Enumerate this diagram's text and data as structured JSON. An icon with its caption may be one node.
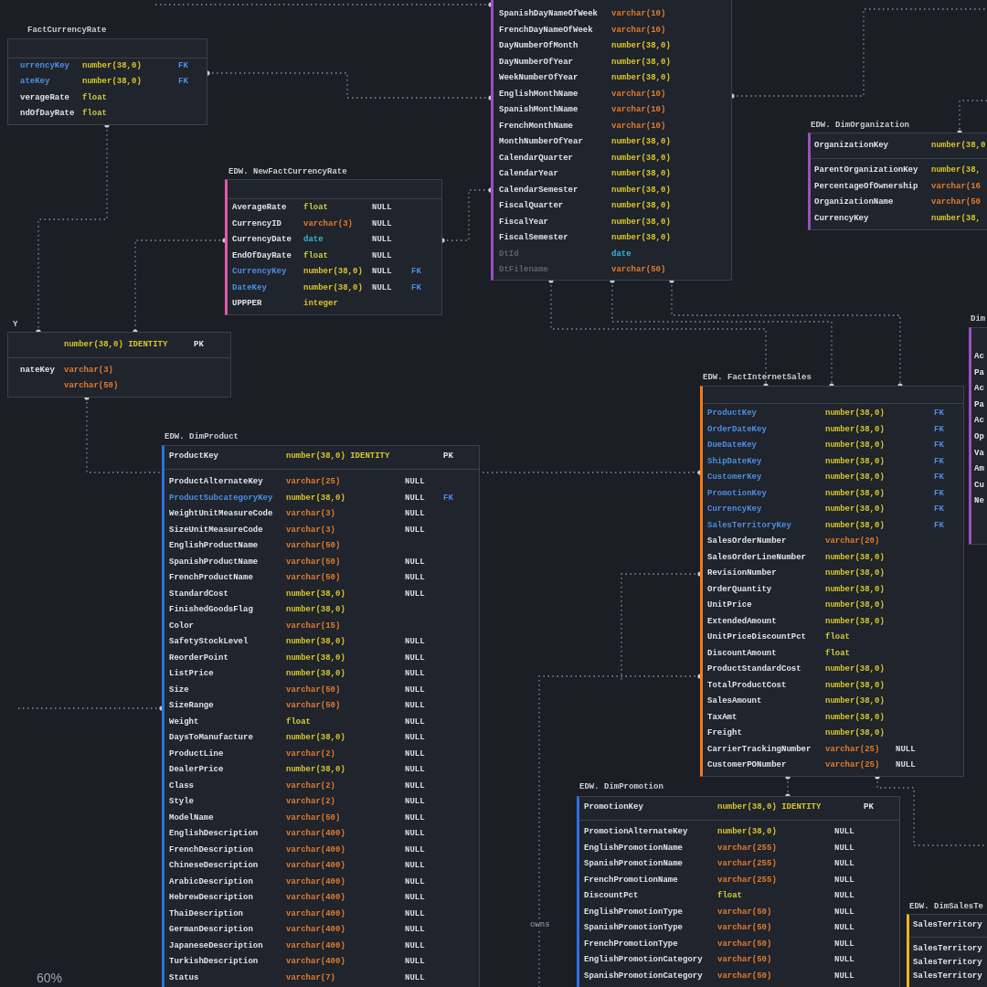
{
  "diagram": {
    "nodes": [
      {
        "text": [
          "FactCurrencyRate"
        ]
      },
      {
        "text": [
          "urrencyKey",
          "number(38,0)",
          "FK"
        ],
        "in": 0
      },
      {
        "text": [
          "ateKey",
          "number(38,0)",
          "FK"
        ],
        "in": 0
      },
      {
        "text": [
          "verageRate",
          "float"
        ],
        "in": 0
      },
      {
        "text": [
          "ndOfDayRate",
          "float"
        ],
        "in": 0
      },
      {
        "text": [],
        "shape": "box"
      },
      {
        "text": [
          "SpanishDayNameOfWeek",
          "varchar(10)"
        ],
        "in": 5
      },
      {
        "text": [
          "FrenchDayNameOfWeek",
          "varchar(10)"
        ],
        "in": 5
      },
      {
        "text": [
          "DayNumberOfMonth",
          "number(38,0)"
        ],
        "in": 5
      },
      {
        "text": [
          "DayNumberOfYear",
          "number(38,0)"
        ],
        "in": 5
      },
      {
        "text": [
          "WeekNumberOfYear",
          "number(38,0)"
        ],
        "in": 5
      },
      {
        "text": [
          "EnglishMonthName",
          "varchar(10)"
        ],
        "in": 5
      },
      {
        "text": [
          "SpanishMonthName",
          "varchar(10)"
        ],
        "in": 5
      },
      {
        "text": [
          "FrenchMonthName",
          "varchar(10)"
        ],
        "in": 5
      },
      {
        "text": [
          "MonthNumberOfYear",
          "number(38,0)"
        ],
        "in": 5
      },
      {
        "text": [
          "CalendarQuarter",
          "number(38,0)"
        ],
        "in": 5
      },
      {
        "text": [
          "CalendarYear",
          "number(38,0)"
        ],
        "in": 5
      },
      {
        "text": [
          "CalendarSemester",
          "number(38,0)"
        ],
        "in": 5
      },
      {
        "text": [
          "FiscalQuarter",
          "number(38,0)"
        ],
        "in": 5
      },
      {
        "text": [
          "FiscalYear",
          "number(38,0)"
        ],
        "in": 5
      },
      {
        "text": [
          "FiscalSemester",
          "number(38,0)"
        ],
        "in": 5
      },
      {
        "text": [
          "DtId",
          "date"
        ],
        "in": 5
      },
      {
        "text": [
          "DtFilename",
          "varchar(50)"
        ],
        "in": 5
      },
      {
        "text": [
          "EDW. DimOrganization"
        ]
      },
      {
        "text": [
          "OrganizationKey",
          "number(38,0"
        ],
        "in": 23
      },
      {
        "text": [
          "ParentOrganizationKey",
          "number(38,"
        ],
        "in": 23
      },
      {
        "text": [
          "PercentageOfOwnership",
          "varchar(16"
        ],
        "in": 23
      },
      {
        "text": [
          "OrganizationName",
          "varchar(50"
        ],
        "in": 23
      },
      {
        "text": [
          "CurrencyKey",
          "number(38,"
        ],
        "in": 23
      },
      {
        "text": [
          "EDW. NewFactCurrencyRate"
        ]
      },
      {
        "text": [
          "AverageRate",
          "float",
          "NULL"
        ],
        "in": 29
      },
      {
        "text": [
          "CurrencyID",
          "varchar(3)",
          "NULL"
        ],
        "in": 29
      },
      {
        "text": [
          "CurrencyDate",
          "date",
          "NULL"
        ],
        "in": 29
      },
      {
        "text": [
          "EndOfDayRate",
          "float",
          "NULL"
        ],
        "in": 29
      },
      {
        "text": [
          "CurrencyKey",
          "number(38,0)",
          "NULL",
          "FK"
        ],
        "in": 29
      },
      {
        "text": [
          "DateKey",
          "number(38,0)",
          "NULL",
          "FK"
        ],
        "in": 29
      },
      {
        "text": [
          "UPPPER",
          "integer"
        ],
        "in": 29
      },
      {
        "text": [
          "Y"
        ]
      },
      {
        "text": [
          "number(38,0) IDENTITY",
          "PK"
        ],
        "in": 37
      },
      {
        "text": [
          "nateKey",
          "varchar(3)"
        ],
        "in": 37
      },
      {
        "text": [
          "varchar(50)"
        ],
        "in": 37
      },
      {
        "text": [
          "Dim"
        ]
      },
      {
        "text": [
          "Ac"
        ],
        "in": 41
      },
      {
        "text": [
          "Pa"
        ],
        "in": 41
      },
      {
        "text": [
          "Ac"
        ],
        "in": 41
      },
      {
        "text": [
          "Pa"
        ],
        "in": 41
      },
      {
        "text": [
          "Ac"
        ],
        "in": 41
      },
      {
        "text": [
          "Op"
        ],
        "in": 41
      },
      {
        "text": [
          "Va"
        ],
        "in": 41
      },
      {
        "text": [
          "Am"
        ],
        "in": 41
      },
      {
        "text": [
          "Cu"
        ],
        "in": 41
      },
      {
        "text": [
          "Ne"
        ],
        "in": 41
      },
      {
        "text": [
          "EDW. FactInternetSales"
        ]
      },
      {
        "text": [
          "ProductKey",
          "number(38,0)",
          "FK"
        ],
        "in": 52
      },
      {
        "text": [
          "OrderDateKey",
          "number(38,0)",
          "FK"
        ],
        "in": 52
      },
      {
        "text": [
          "DueDateKey",
          "number(38,0)",
          "FK"
        ],
        "in": 52
      },
      {
        "text": [
          "ShipDateKey",
          "number(38,0)",
          "FK"
        ],
        "in": 52
      },
      {
        "text": [
          "CustomerKey",
          "number(38,0)",
          "FK"
        ],
        "in": 52
      },
      {
        "text": [
          "PromotionKey",
          "number(38,0)",
          "FK"
        ],
        "in": 52
      },
      {
        "text": [
          "CurrencyKey",
          "number(38,0)",
          "FK"
        ],
        "in": 52
      },
      {
        "text": [
          "SalesTerritoryKey",
          "number(38,0)",
          "FK"
        ],
        "in": 52
      },
      {
        "text": [
          "SalesOrderNumber",
          "varchar(20)"
        ],
        "in": 52
      },
      {
        "text": [
          "SalesOrderLineNumber",
          "number(38,0)"
        ],
        "in": 52
      },
      {
        "text": [
          "RevisionNumber",
          "number(38,0)"
        ],
        "in": 52
      },
      {
        "text": [
          "OrderQuantity",
          "number(38,0)"
        ],
        "in": 52
      },
      {
        "text": [
          "UnitPrice",
          "number(38,0)"
        ],
        "in": 52
      },
      {
        "text": [
          "ExtendedAmount",
          "number(38,0)"
        ],
        "in": 52
      },
      {
        "text": [
          "UnitPriceDiscountPct",
          "float"
        ],
        "in": 52
      },
      {
        "text": [
          "DiscountAmount",
          "float"
        ],
        "in": 52
      },
      {
        "text": [
          "ProductStandardCost",
          "number(38,0)"
        ],
        "in": 52
      },
      {
        "text": [
          "TotalProductCost",
          "number(38,0)"
        ],
        "in": 52
      },
      {
        "text": [
          "SalesAmount",
          "number(38,0)"
        ],
        "in": 52
      },
      {
        "text": [
          "TaxAmt",
          "number(38,0)"
        ],
        "in": 52
      },
      {
        "text": [
          "Freight",
          "number(38,0)"
        ],
        "in": 52
      },
      {
        "text": [
          "CarrierTrackingNumber",
          "varchar(25)",
          "NULL"
        ],
        "in": 52
      },
      {
        "text": [
          "CustomerPONumber",
          "varchar(25)",
          "NULL"
        ],
        "in": 52
      },
      {
        "text": [
          "EDW. DimProduct"
        ]
      },
      {
        "text": [
          "ProductKey",
          "number(38,0) IDENTITY",
          "PK"
        ],
        "in": 76
      },
      {
        "text": [
          "ProductAlternateKey",
          "varchar(25)",
          "NULL"
        ],
        "in": 76
      },
      {
        "text": [
          "ProductSubcategoryKey",
          "number(38,0)",
          "NULL",
          "FK"
        ],
        "in": 76
      },
      {
        "text": [
          "WeightUnitMeasureCode",
          "varchar(3)",
          "NULL"
        ],
        "in": 76
      },
      {
        "text": [
          "SizeUnitMeasureCode",
          "varchar(3)",
          "NULL"
        ],
        "in": 76
      },
      {
        "text": [
          "EnglishProductName",
          "varchar(50)"
        ],
        "in": 76
      },
      {
        "text": [
          "SpanishProductName",
          "varchar(50)",
          "NULL"
        ],
        "in": 76
      },
      {
        "text": [
          "FrenchProductName",
          "varchar(50)",
          "NULL"
        ],
        "in": 76
      },
      {
        "text": [
          "StandardCost",
          "number(38,0)",
          "NULL"
        ],
        "in": 76
      },
      {
        "text": [
          "FinishedGoodsFlag",
          "number(38,0)"
        ],
        "in": 76
      },
      {
        "text": [
          "Color",
          "varchar(15)"
        ],
        "in": 76
      },
      {
        "text": [
          "SafetyStockLevel",
          "number(38,0)",
          "NULL"
        ],
        "in": 76
      },
      {
        "text": [
          "ReorderPoint",
          "number(38,0)",
          "NULL"
        ],
        "in": 76
      },
      {
        "text": [
          "ListPrice",
          "number(38,0)",
          "NULL"
        ],
        "in": 76
      },
      {
        "text": [
          "Size",
          "varchar(50)",
          "NULL"
        ],
        "in": 76
      },
      {
        "text": [
          "SizeRange",
          "varchar(50)",
          "NULL"
        ],
        "in": 76
      },
      {
        "text": [
          "Weight",
          "float",
          "NULL"
        ],
        "in": 76
      },
      {
        "text": [
          "DaysToManufacture",
          "number(38,0)",
          "NULL"
        ],
        "in": 76
      },
      {
        "text": [
          "ProductLine",
          "varchar(2)",
          "NULL"
        ],
        "in": 76
      },
      {
        "text": [
          "DealerPrice",
          "number(38,0)",
          "NULL"
        ],
        "in": 76
      },
      {
        "text": [
          "Class",
          "varchar(2)",
          "NULL"
        ],
        "in": 76
      },
      {
        "text": [
          "Style",
          "varchar(2)",
          "NULL"
        ],
        "in": 76
      },
      {
        "text": [
          "ModelName",
          "varchar(50)",
          "NULL"
        ],
        "in": 76
      },
      {
        "text": [
          "EnglishDescription",
          "varchar(400)",
          "NULL"
        ],
        "in": 76
      },
      {
        "text": [
          "FrenchDescription",
          "varchar(400)",
          "NULL"
        ],
        "in": 76
      },
      {
        "text": [
          "ChineseDescription",
          "varchar(400)",
          "NULL"
        ],
        "in": 76
      },
      {
        "text": [
          "ArabicDescription",
          "varchar(400)",
          "NULL"
        ],
        "in": 76
      },
      {
        "text": [
          "HebrewDescription",
          "varchar(400)",
          "NULL"
        ],
        "in": 76
      },
      {
        "text": [
          "ThaiDescription",
          "varchar(400)",
          "NULL"
        ],
        "in": 76
      },
      {
        "text": [
          "GermanDescription",
          "varchar(400)",
          "NULL"
        ],
        "in": 76
      },
      {
        "text": [
          "JapaneseDescription",
          "varchar(400)",
          "NULL"
        ],
        "in": 76
      },
      {
        "text": [
          "TurkishDescription",
          "varchar(400)",
          "NULL"
        ],
        "in": 76
      },
      {
        "text": [
          "Status",
          "varchar(7)",
          "NULL"
        ],
        "in": 76
      },
      {
        "text": [
          "EDW. DimPromotion"
        ]
      },
      {
        "text": [
          "PromotionKey",
          "number(38,0) IDENTITY",
          "PK"
        ],
        "in": 110
      },
      {
        "text": [
          "PromotionAlternateKey",
          "number(38,0)",
          "NULL"
        ],
        "in": 110
      },
      {
        "text": [
          "EnglishPromotionName",
          "varchar(255)",
          "NULL"
        ],
        "in": 110
      },
      {
        "text": [
          "SpanishPromotionName",
          "varchar(255)",
          "NULL"
        ],
        "in": 110
      },
      {
        "text": [
          "FrenchPromotionName",
          "varchar(255)",
          "NULL"
        ],
        "in": 110
      },
      {
        "text": [
          "DiscountPct",
          "float",
          "NULL"
        ],
        "in": 110
      },
      {
        "text": [
          "EnglishPromotionType",
          "varchar(50)",
          "NULL"
        ],
        "in": 110
      },
      {
        "text": [
          "SpanishPromotionType",
          "varchar(50)",
          "NULL"
        ],
        "in": 110
      },
      {
        "text": [
          "FrenchPromotionType",
          "varchar(50)",
          "NULL"
        ],
        "in": 110
      },
      {
        "text": [
          "EnglishPromotionCategory",
          "varchar(50)",
          "NULL"
        ],
        "in": 110
      },
      {
        "text": [
          "SpanishPromotionCategory",
          "varchar(50)",
          "NULL"
        ],
        "in": 110
      },
      {
        "text": [
          "EDW. DimSalesTe"
        ]
      },
      {
        "text": [
          "SalesTerritory"
        ],
        "in": 122
      },
      {
        "text": [
          "SalesTerritory"
        ],
        "in": 122
      },
      {
        "text": [
          "SalesTerritory"
        ],
        "in": 122
      },
      {
        "text": [
          "SalesTerritory"
        ],
        "in": 122
      }
    ],
    "edges": [
      {
        "from": 0,
        "to": 5,
        "arrow": "other"
      },
      {
        "from": 0,
        "to": 37,
        "arrow": "other"
      },
      {
        "from": 29,
        "to": 37,
        "arrow": "other"
      },
      {
        "from": 29,
        "to": 5,
        "arrow": "other"
      },
      {
        "from": 5,
        "to": 52,
        "arrow": "other"
      },
      {
        "from": 5,
        "to": 52,
        "arrow": "other"
      },
      {
        "from": 5,
        "to": 52,
        "arrow": "other"
      },
      {
        "from": 37,
        "to": 52,
        "arrow": "other"
      },
      {
        "from": null,
        "to": 76,
        "arrow": "other"
      },
      {
        "from": 52,
        "to": null,
        "arrow": "other"
      },
      {
        "from": 52,
        "to": null,
        "arrow": "other",
        "label": "owns"
      },
      {
        "from": 52,
        "to": 110,
        "arrow": "other"
      },
      {
        "from": 52,
        "to": null,
        "arrow": "other"
      },
      {
        "from": null,
        "to": 5,
        "arrow": "other"
      },
      {
        "from": 5,
        "to": null,
        "arrow": "other"
      },
      {
        "from": null,
        "to": 23,
        "arrow": "other"
      }
    ],
    "labels": [
      "60%"
    ]
  }
}
